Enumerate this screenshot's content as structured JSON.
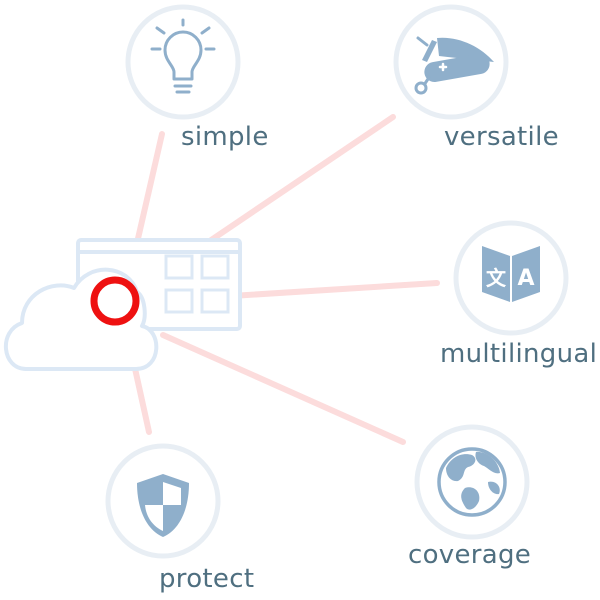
{
  "features": [
    {
      "id": "simple",
      "label": "simple",
      "icon": "lightbulb-icon"
    },
    {
      "id": "versatile",
      "label": "versatile",
      "icon": "swiss-army-knife-icon"
    },
    {
      "id": "multilingual",
      "label": "multilingual",
      "icon": "translate-icon"
    },
    {
      "id": "coverage",
      "label": "coverage",
      "icon": "globe-icon"
    },
    {
      "id": "protect",
      "label": "protect",
      "icon": "shield-icon"
    }
  ],
  "hub": {
    "icon": "cloud-app-icon",
    "marker": "red-ring-marker"
  },
  "translate_glyphs": {
    "left": "文",
    "right": "A"
  },
  "colors": {
    "icon": "#8fafcb",
    "circle": "#e8eef4",
    "connector": "#fcdcdc",
    "label": "#4f6f80",
    "marker": "#ee1111"
  }
}
